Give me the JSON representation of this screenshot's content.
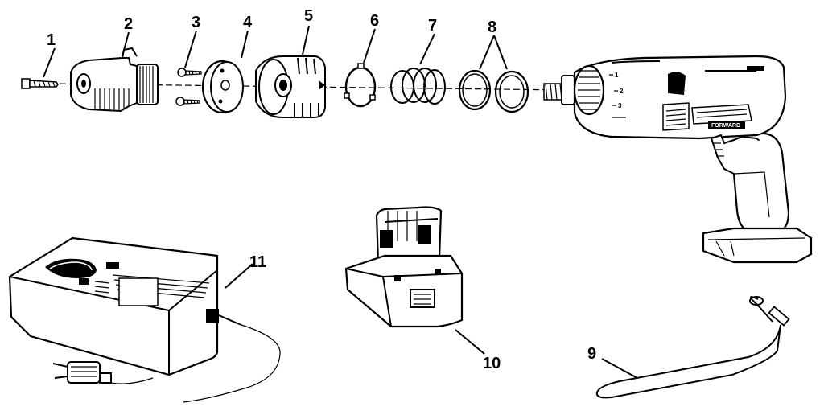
{
  "callouts": [
    {
      "number": "1",
      "part": "screw"
    },
    {
      "number": "2",
      "part": "chuck"
    },
    {
      "number": "3",
      "part": "screws"
    },
    {
      "number": "4",
      "part": "plate"
    },
    {
      "number": "5",
      "part": "clutch-housing"
    },
    {
      "number": "6",
      "part": "retaining-ring"
    },
    {
      "number": "7",
      "part": "spring"
    },
    {
      "number": "8",
      "part": "washers"
    },
    {
      "number": "9",
      "part": "wrist-strap"
    },
    {
      "number": "10",
      "part": "battery-pack"
    },
    {
      "number": "11",
      "part": "charger"
    }
  ],
  "drill": {
    "clutch_settings": [
      "1",
      "2",
      "3"
    ],
    "brand_label": "FORWARD"
  }
}
